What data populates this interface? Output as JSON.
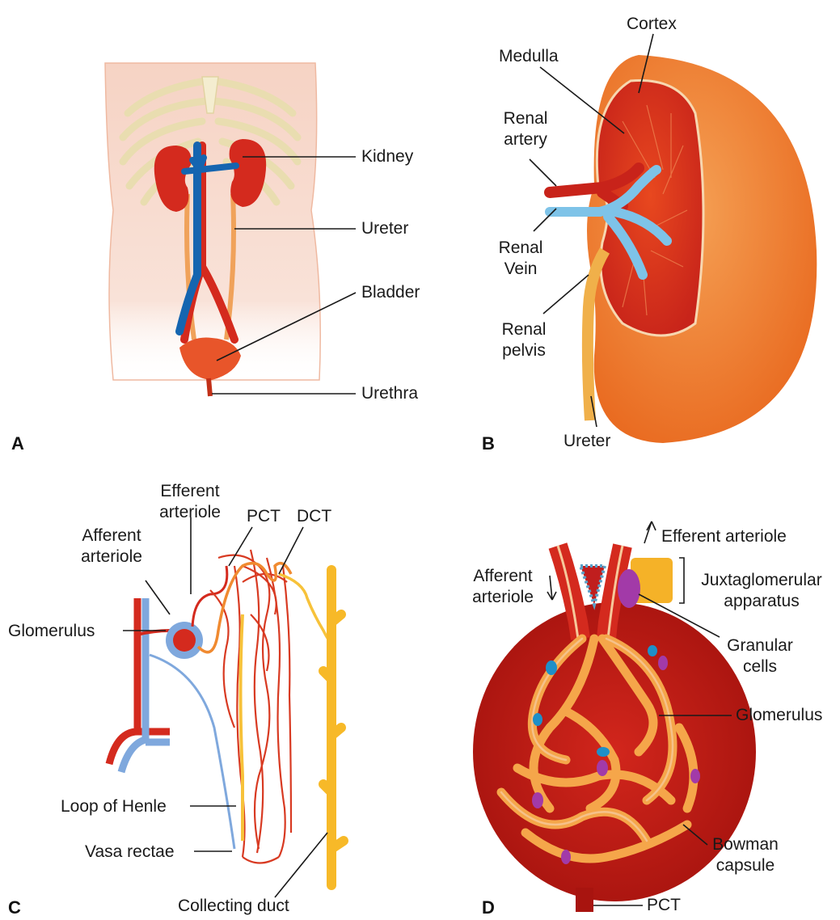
{
  "panels": {
    "a": {
      "letter": "A",
      "labels": {
        "kidney": "Kidney",
        "ureter": "Ureter",
        "bladder": "Bladder",
        "urethra": "Urethra"
      }
    },
    "b": {
      "letter": "B",
      "labels": {
        "cortex": "Cortex",
        "medulla": "Medulla",
        "renal_artery_1": "Renal",
        "renal_artery_2": "artery",
        "renal_vein_1": "Renal",
        "renal_vein_2": "Vein",
        "renal_pelvis_1": "Renal",
        "renal_pelvis_2": "pelvis",
        "ureter": "Ureter"
      }
    },
    "c": {
      "letter": "C",
      "labels": {
        "efferent_1": "Efferent",
        "efferent_2": "arteriole",
        "afferent_1": "Afferent",
        "afferent_2": "arteriole",
        "pct": "PCT",
        "dct": "DCT",
        "glomerulus": "Glomerulus",
        "loop_of_henle": "Loop of Henle",
        "vasa_rectae": "Vasa rectae",
        "collecting_duct": "Collecting duct"
      }
    },
    "d": {
      "letter": "D",
      "labels": {
        "efferent": "Efferent arteriole",
        "afferent_1": "Afferent",
        "afferent_2": "arteriole",
        "jga_1": "Juxtaglomerular",
        "jga_2": "apparatus",
        "granular_1": "Granular",
        "granular_2": "cells",
        "glomerulus": "Glomerulus",
        "bowman_1": "Bowman",
        "bowman_2": "capsule",
        "pct": "PCT"
      }
    }
  },
  "colors": {
    "artery": "#d42a1e",
    "vein": "#1565b0",
    "light_vein": "#7ec3e8",
    "torso": "#f6d5c6",
    "bone": "#f4edd0",
    "cortex": "#f07a2a",
    "ureter": "#f5a34a",
    "duct": "#f7b928",
    "capsule": "#c01e1e",
    "tubule": "#f5a64a",
    "granular": "#a23aa8"
  }
}
